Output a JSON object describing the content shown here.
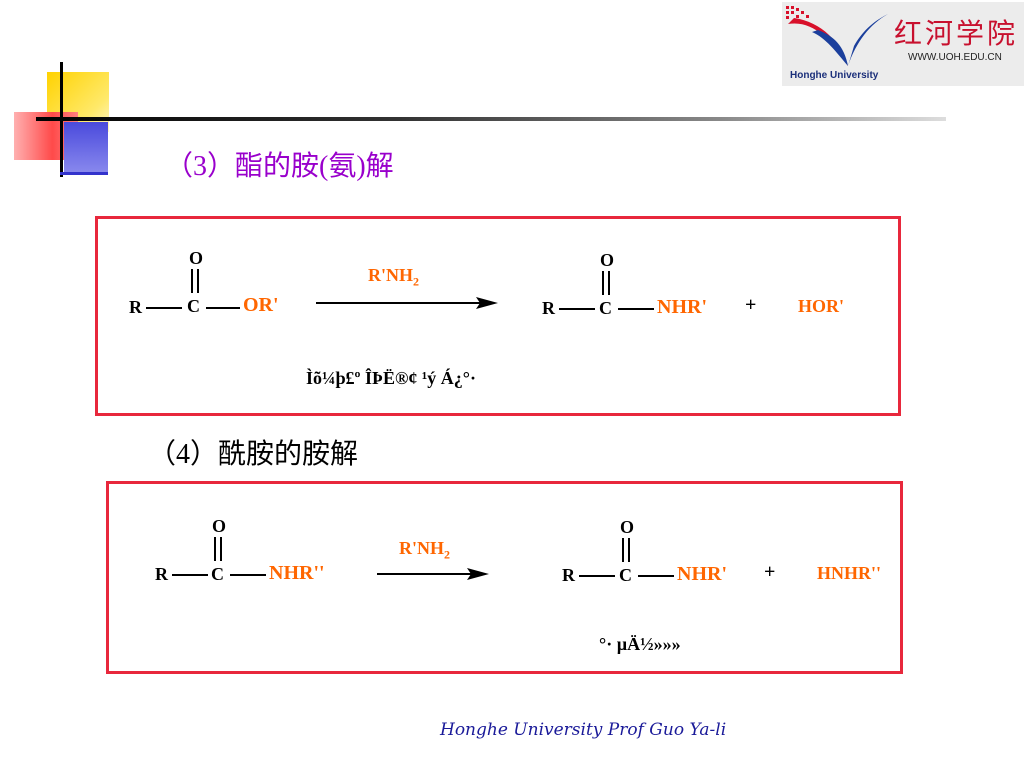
{
  "logo": {
    "chinese_name": "红河学院",
    "url": "WWW.UOH.EDU.CN",
    "english_name": "Honghe University"
  },
  "section3": {
    "title": "（3）酯的胺(氨)解",
    "reaction": {
      "reactant": {
        "oxygen": "O",
        "r": "R",
        "carbon": "C",
        "group": "OR'"
      },
      "reagent": {
        "main": "R'NH",
        "sub": "2"
      },
      "product": {
        "oxygen": "O",
        "r": "R",
        "carbon": "C",
        "group": "NHR'"
      },
      "plus": "+",
      "byproduct": "HOR'",
      "note": "Ìõ¼þ£º ÎÞË®¢ ¹ý Á¿°·"
    }
  },
  "section4": {
    "title": "（4）酰胺的胺解",
    "reaction": {
      "reactant": {
        "oxygen": "O",
        "r": "R",
        "carbon": "C",
        "group": "NHR''"
      },
      "reagent": {
        "main": "R'NH",
        "sub": "2"
      },
      "product": {
        "oxygen": "O",
        "r": "R",
        "carbon": "C",
        "group": "NHR'"
      },
      "plus": "+",
      "byproduct": "HNHR''",
      "note": "°· µÄ½»»»"
    }
  },
  "footer": {
    "text": "Honghe University  Prof Guo Ya-li"
  },
  "colors": {
    "purple_title": "#9900cc",
    "orange_group": "#ff6600",
    "box_border": "#e8283c",
    "footer": "#1a1a99"
  }
}
